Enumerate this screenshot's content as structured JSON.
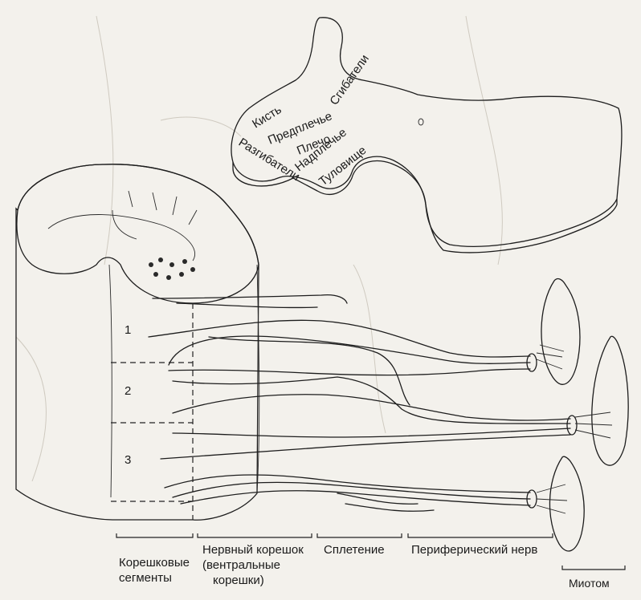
{
  "map_labels": {
    "hand": "Кисть",
    "forearm": "Предплечье",
    "shoulder": "Плечо",
    "upper_shoulder": "Надплечье",
    "trunk": "Туловище",
    "extensors": "Разгибатели",
    "flexors": "Сгибатели"
  },
  "segment_numbers": [
    "1",
    "2",
    "3"
  ],
  "bottom_labels": {
    "root_segments_1": "Корешковые",
    "root_segments_2": "сегменты",
    "nerve_root_1": "Нервный корешок",
    "nerve_root_2": "(вентральные",
    "nerve_root_3": "корешки)",
    "plexus": "Сплетение",
    "peripheral_nerve": "Периферический нерв",
    "myotome": "Миотом"
  }
}
